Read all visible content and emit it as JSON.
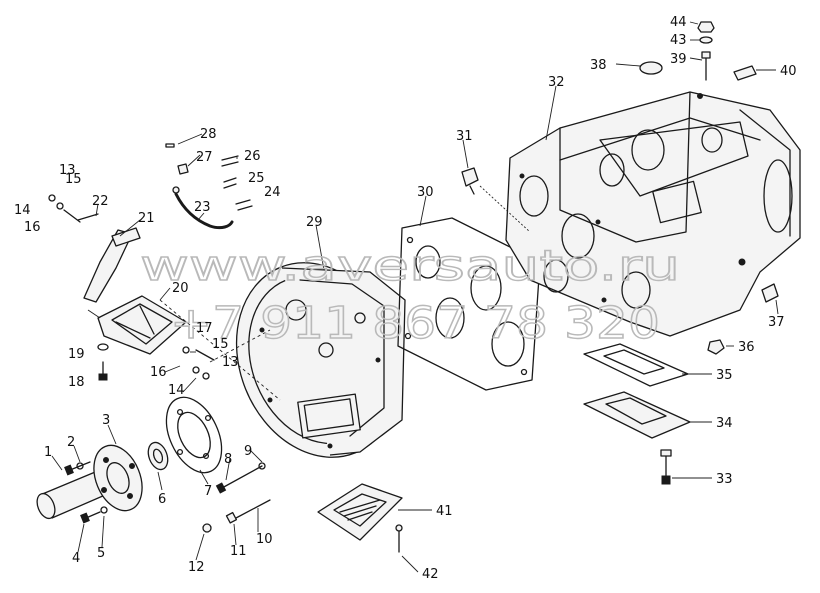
{
  "watermark": {
    "line1": "www.aversauto.ru",
    "line2": "+7 911 867 78 320"
  },
  "labels": {
    "1": "1",
    "2": "2",
    "3": "3",
    "4": "4",
    "5": "5",
    "6": "6",
    "7": "7",
    "8": "8",
    "9": "9",
    "10": "10",
    "11": "11",
    "12": "12",
    "13": "13",
    "13b": "13",
    "14": "14",
    "14b": "14",
    "15": "15",
    "15b": "15",
    "16": "16",
    "16b": "16",
    "17": "17",
    "18": "18",
    "19": "19",
    "20": "20",
    "21": "21",
    "22": "22",
    "23": "23",
    "24": "24",
    "25": "25",
    "26": "26",
    "27": "27",
    "28": "28",
    "29": "29",
    "30": "30",
    "31": "31",
    "32": "32",
    "33": "33",
    "34": "34",
    "35": "35",
    "36": "36",
    "37": "37",
    "38": "38",
    "39": "39",
    "40": "40",
    "41": "41",
    "42": "42",
    "43": "43",
    "44": "44"
  }
}
